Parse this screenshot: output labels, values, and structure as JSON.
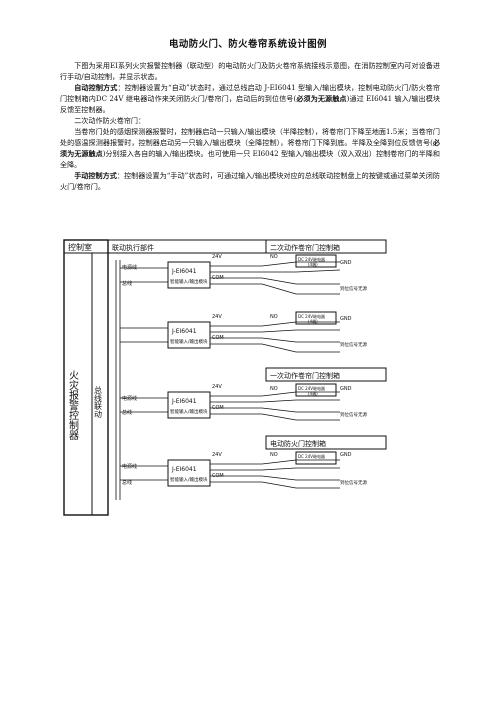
{
  "title": "电动防火门、防火卷帘系统设计图例",
  "paragraphs": {
    "p1": "下图为采用EI系列火灾报警控制器（联动型）的电动防火门及防火卷帘系统接线示意图，在消防控制室内可对设备进行手动/自动控制，并显示状态。",
    "p2_label": "自动控制方式",
    "p2_a": "：控制器设置为“自动”状态时，通过总线启动 J-EI6041 型输入/输出模块，控制电动防火门/防火卷帘门控制箱内DC 24V 继电器动作来关闭防火门/卷帘门，启动后的到位信号(",
    "p2_bold": "必须为无源触点",
    "p2_b": ")通过 EI6041 输入/输出模块反馈至控制器。",
    "p3": "二次动作防火卷帘门：",
    "p4_a": "当卷帘门处的感烟探测器报警时，控制器启动一只输入/输出模块（半降控制），将卷帘门下降至地面1.5米；当卷帘门处的感温探测器报警时，控制器启动另一只输入/输出模块（全降控制），将卷帘门下降到底。半降及全降到位反馈信号(",
    "p4_bold": "必须为无源触点",
    "p4_b": ")分别接入各自的输入/输出模块。也可使用一只 EI6042 型输入/输出模块（双入双出）控制卷帘门的半降和全降。",
    "p5_label": "手动控制方式",
    "p5_a": "：控制器设置为“手动”状态时，可通过输入/输出模块对应的总线联动控制盘上的按键或通过菜单关闭防火门/卷帘门。"
  },
  "diagram": {
    "control_room": "控制室",
    "linkage_module": "联动执行部件",
    "alarm_controller": "火灾报警控制器",
    "bus_linkage": "总线联动",
    "power_line": "电源线",
    "bus_line": "总线",
    "module_name": "J-EI6041",
    "module_desc": "智能输入/输出模块",
    "v24": "24V",
    "com": "COM",
    "no": "NO",
    "gnd": "GND",
    "relay_label": "DC 24V继电器",
    "relay_contact": "(4端)",
    "feedback": "到位信号无源",
    "cabinet_2x_a": "二次动作卷帘门控制箱",
    "cabinet_2x_b": "一次动作卷帘门控制箱",
    "cabinet_door": "电动防火门控制箱"
  }
}
